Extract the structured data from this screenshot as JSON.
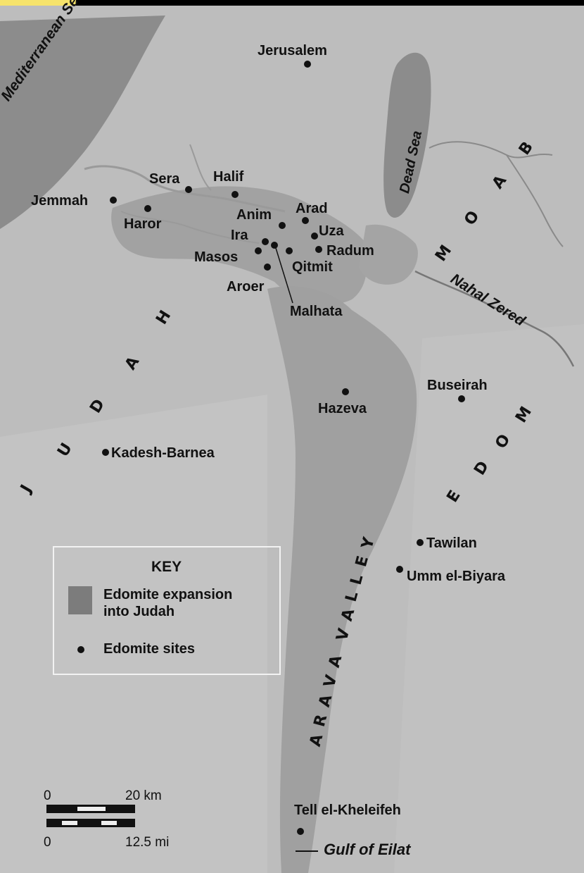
{
  "header_bar": {
    "accent_color": "#f6e36b",
    "bar_color": "#000000"
  },
  "colors": {
    "land": "#b9b9b9",
    "land_light": "#c4c4c4",
    "sea": "#8a8a8a",
    "expansion": "#9a9a9a",
    "ink": "#111111"
  },
  "sites": [
    {
      "name": "Jerusalem"
    },
    {
      "name": "Sera"
    },
    {
      "name": "Halif"
    },
    {
      "name": "Jemmah"
    },
    {
      "name": "Haror"
    },
    {
      "name": "Anim"
    },
    {
      "name": "Arad"
    },
    {
      "name": "Uza"
    },
    {
      "name": "Ira"
    },
    {
      "name": "Masos"
    },
    {
      "name": "Radum"
    },
    {
      "name": "Qitmit"
    },
    {
      "name": "Aroer"
    },
    {
      "name": "Malhata"
    },
    {
      "name": "Hazeva"
    },
    {
      "name": "Buseirah"
    },
    {
      "name": "Kadesh-Barnea"
    },
    {
      "name": "Tawilan"
    },
    {
      "name": "Umm el-Biyara"
    },
    {
      "name": "Tell el-Kheleifeh"
    }
  ],
  "water_labels": {
    "mediterranean": "Mediterranean Sea",
    "dead_sea": "Dead Sea",
    "gulf": "Gulf of Eilat"
  },
  "regions": {
    "judah": [
      "J",
      "U",
      "D",
      "A",
      "H"
    ],
    "moab": [
      "M",
      "O",
      "A",
      "B"
    ],
    "edom": [
      "E",
      "D",
      "O",
      "M"
    ],
    "arava": [
      "A",
      "R",
      "A",
      "V",
      "A",
      "V",
      "A",
      "L",
      "L",
      "E",
      "Y"
    ]
  },
  "river_label": "Nahal Zered",
  "key": {
    "title": "KEY",
    "expansion_line1": "Edomite expansion",
    "expansion_line2": "into Judah",
    "sites_label": "Edomite sites"
  },
  "scale": {
    "km_start": "0",
    "km_end": "20 km",
    "mi_start": "0",
    "mi_end": "12.5 mi"
  },
  "icons": {
    "site_marker": "filled-circle-icon",
    "scale_bar": "scale-bar-icon"
  }
}
